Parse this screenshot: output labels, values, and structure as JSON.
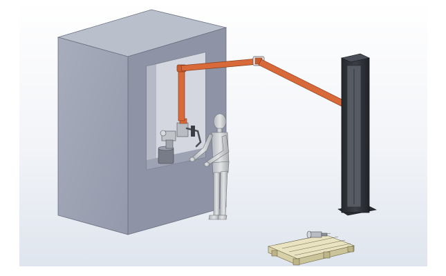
{
  "scene": {
    "kind": "CAD 3D model render",
    "background_top": "#ffffff",
    "background_bottom": "#dfe5ee",
    "colors": {
      "enclosure_front": "#a2a7b7",
      "enclosure_side": "#8c91a3",
      "enclosure_top": "#babfcc",
      "arm_orange": "#d86a3a",
      "arm_orange_dark": "#a94a22",
      "column_dark": "#2f3238",
      "column_panel": "#555a63",
      "human_grey": "#c9cbce",
      "pallet_wood": "#e9e3c2"
    },
    "objects": [
      "machine-enclosure",
      "articulated-manipulator-arm",
      "vertical-column",
      "human-operator",
      "wooden-pallet"
    ]
  }
}
